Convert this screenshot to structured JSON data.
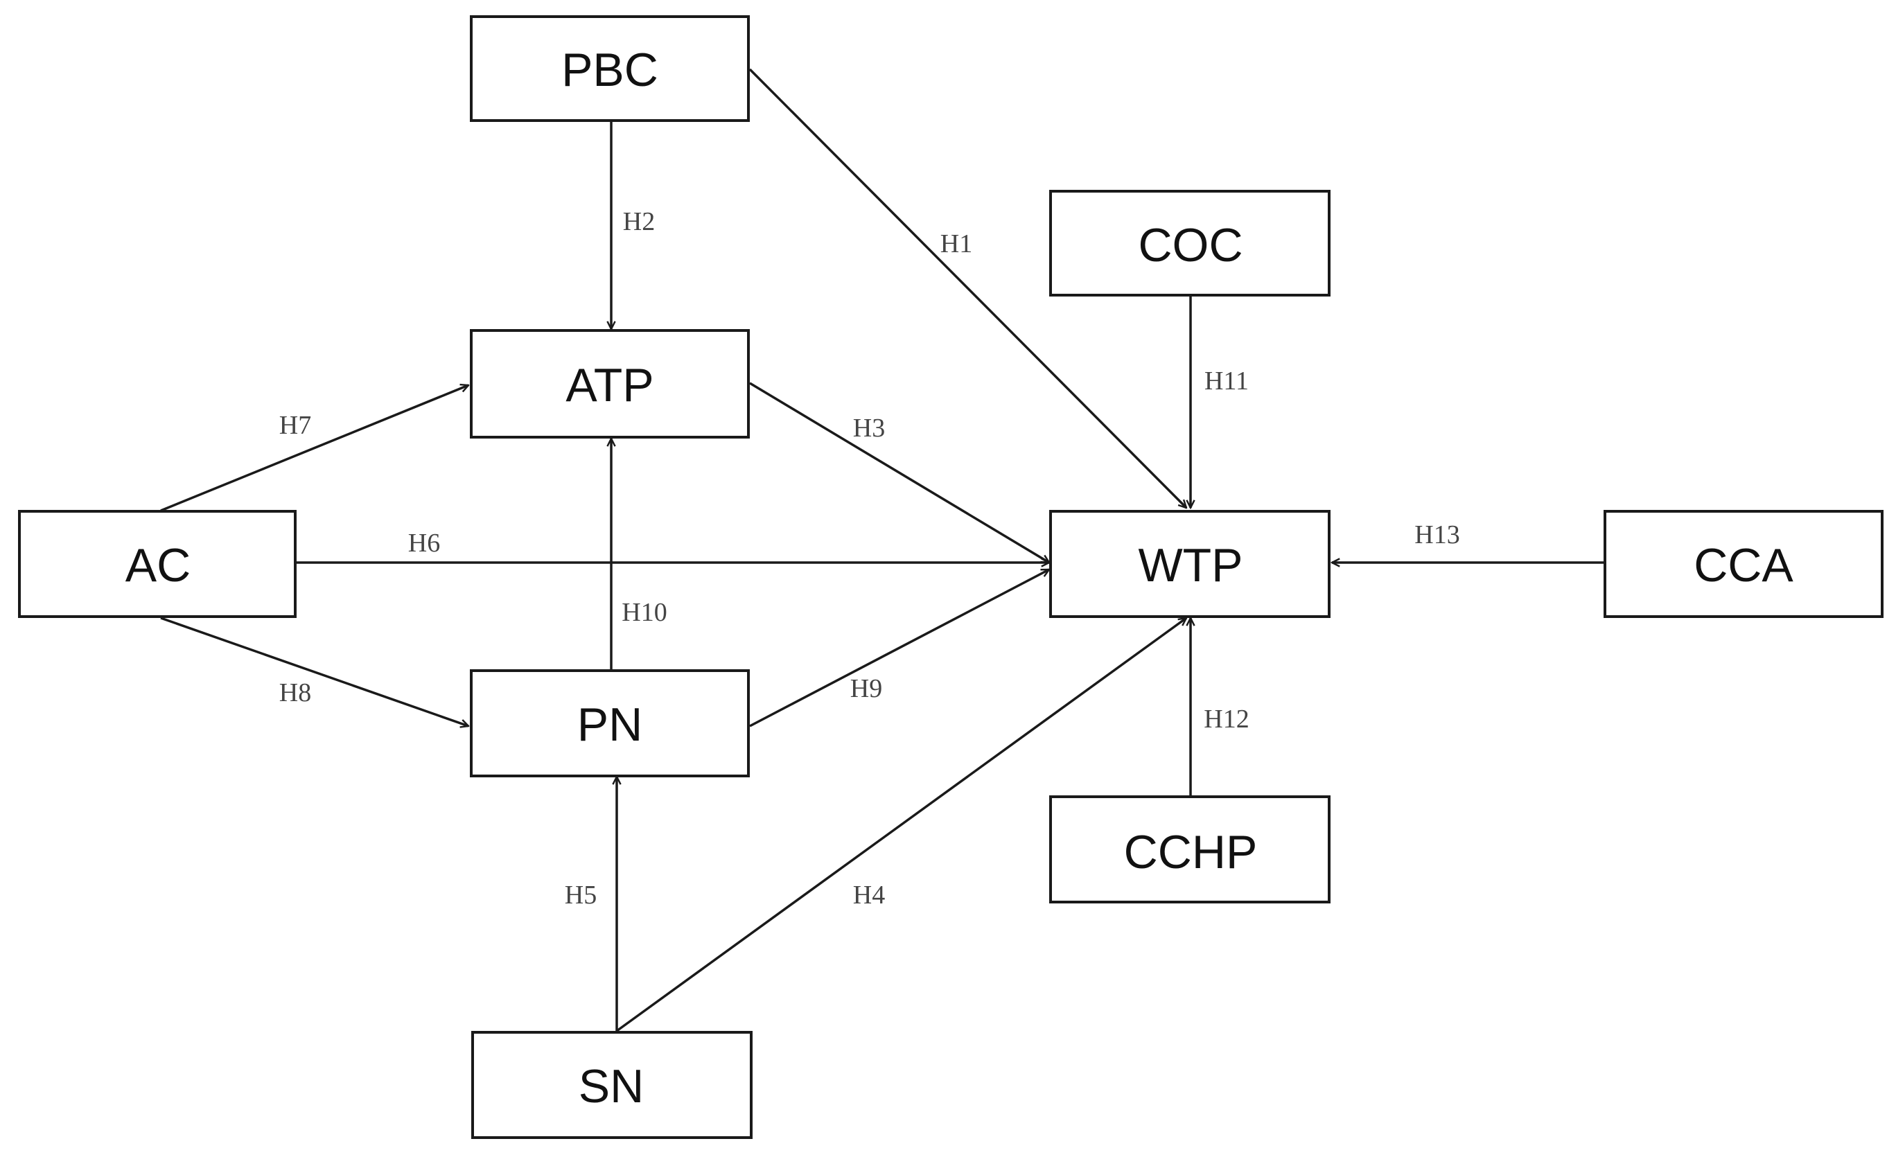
{
  "diagram": {
    "nodes": [
      {
        "id": "PBC",
        "label": "PBC"
      },
      {
        "id": "ATP",
        "label": "ATP"
      },
      {
        "id": "AC",
        "label": "AC"
      },
      {
        "id": "PN",
        "label": "PN"
      },
      {
        "id": "SN",
        "label": "SN"
      },
      {
        "id": "COC",
        "label": "COC"
      },
      {
        "id": "WTP",
        "label": "WTP"
      },
      {
        "id": "CCA",
        "label": "CCA"
      },
      {
        "id": "CCHP",
        "label": "CCHP"
      }
    ],
    "edges": [
      {
        "id": "H1",
        "from": "PBC",
        "to": "WTP",
        "label": "H1"
      },
      {
        "id": "H2",
        "from": "PBC",
        "to": "ATP",
        "label": "H2"
      },
      {
        "id": "H3",
        "from": "ATP",
        "to": "WTP",
        "label": "H3"
      },
      {
        "id": "H4",
        "from": "SN",
        "to": "WTP",
        "label": "H4"
      },
      {
        "id": "H5",
        "from": "SN",
        "to": "PN",
        "label": "H5"
      },
      {
        "id": "H6",
        "from": "AC",
        "to": "WTP",
        "label": "H6"
      },
      {
        "id": "H7",
        "from": "AC",
        "to": "ATP",
        "label": "H7"
      },
      {
        "id": "H8",
        "from": "AC",
        "to": "PN",
        "label": "H8"
      },
      {
        "id": "H9",
        "from": "PN",
        "to": "WTP",
        "label": "H9"
      },
      {
        "id": "H10",
        "from": "PN",
        "to": "ATP",
        "label": "H10"
      },
      {
        "id": "H11",
        "from": "COC",
        "to": "WTP",
        "label": "H11"
      },
      {
        "id": "H12",
        "from": "CCHP",
        "to": "WTP",
        "label": "H12"
      },
      {
        "id": "H13",
        "from": "CCA",
        "to": "WTP",
        "label": "H13"
      }
    ]
  }
}
